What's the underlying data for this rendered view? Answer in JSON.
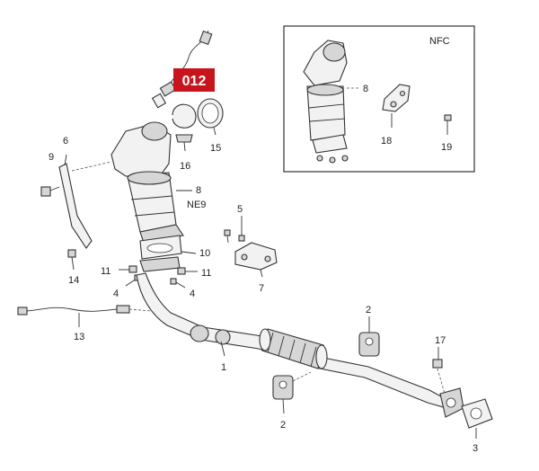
{
  "highlight": {
    "code": "012",
    "color": "#c8141c"
  },
  "inset": {
    "title": "NFC"
  },
  "labels": {
    "l1": "1",
    "l2a": "2",
    "l2b": "2",
    "l3": "3",
    "l4a": "4",
    "l4b": "4",
    "l5": "5",
    "l6": "6",
    "l7": "7",
    "l8a": "8",
    "l8b": "8",
    "l9": "9",
    "l10": "10",
    "l11a": "11",
    "l11b": "11",
    "l13": "13",
    "l14": "14",
    "l15": "15",
    "l16": "16",
    "l17": "17",
    "l18": "18",
    "l19": "19",
    "ne9": "NE9"
  },
  "icons": [
    "exhaust-pipe",
    "catalytic-converter",
    "oxygen-sensor",
    "gasket",
    "clamp",
    "bracket",
    "rubber-hanger",
    "bolt"
  ]
}
